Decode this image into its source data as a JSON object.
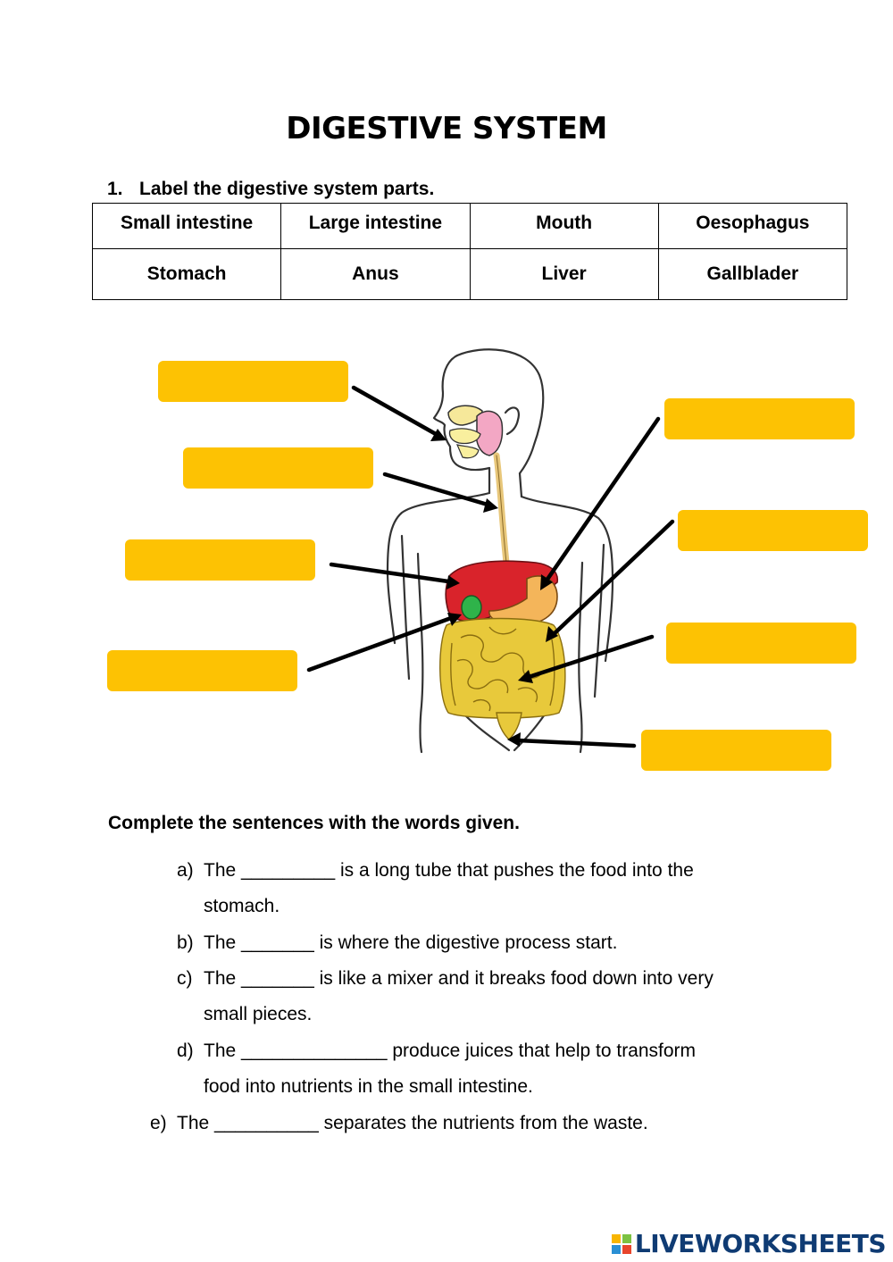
{
  "title": "DIGESTIVE SYSTEM",
  "question1": {
    "number": "1.",
    "text": "Label the digestive system parts."
  },
  "word_bank": [
    [
      "Small intestine",
      "Large intestine",
      "Mouth",
      "Oesophagus"
    ],
    [
      "Stomach",
      "Anus",
      "Liver",
      "Gallblader"
    ]
  ],
  "question2": {
    "text": "Complete the sentences with the words given."
  },
  "sentences": [
    {
      "letter": "a)",
      "line1": "The _________ is a long tube that pushes the food into the",
      "line2": "stomach."
    },
    {
      "letter": "b)",
      "line1": "The _______ is where the digestive process start.",
      "line2": ""
    },
    {
      "letter": "c)",
      "line1": "The _______ is like a mixer and it breaks food down into very",
      "line2": "small pieces."
    },
    {
      "letter": "d)",
      "line1": "The ______________ produce juices that help to transform",
      "line2": "food into nutrients in the small intestine."
    },
    {
      "letter": "e)",
      "line1": "The __________ separates the nutrients from the waste.",
      "line2": ""
    }
  ],
  "footer": {
    "brand": "LIVEWORKSHEETS"
  },
  "colors": {
    "label_box": "#fdc203",
    "brand": "#0f3b73"
  }
}
